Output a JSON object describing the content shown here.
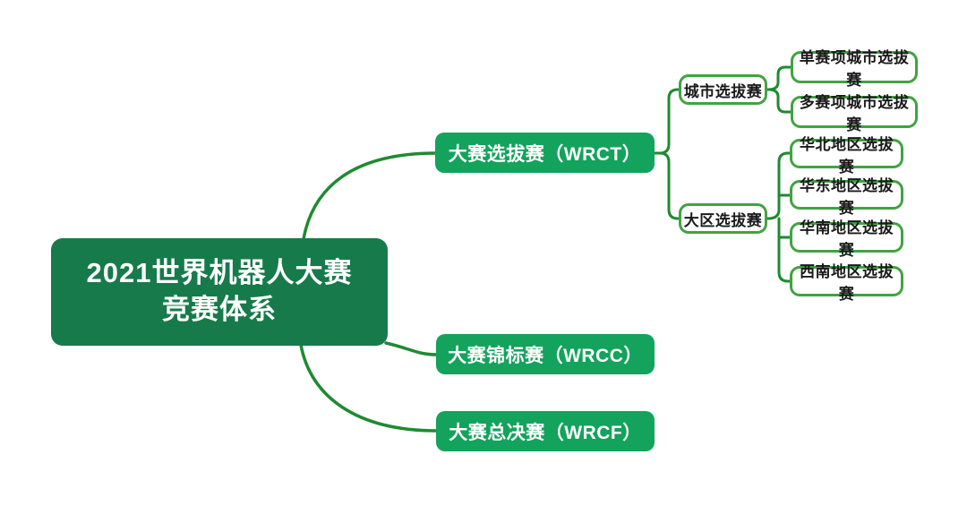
{
  "title": "2021世界机器人大赛竞赛体系",
  "colors": {
    "root_fill": "#177a4b",
    "branch_fill": "#13a35c",
    "outline_border": "#41a341",
    "connector_line": "#1f8a31",
    "root_text": "#ffffff",
    "outline_text": "#1a1a1a",
    "background": "#ffffff"
  },
  "mindmap": {
    "root": {
      "line1": "2021世界机器人大赛",
      "line2": "竞赛体系"
    },
    "branches": [
      {
        "label": "大赛选拔赛（WRCT）",
        "groups": [
          {
            "label": "城市选拔赛",
            "children": [
              "单赛项城市选拔赛",
              "多赛项城市选拔赛"
            ]
          },
          {
            "label": "大区选拔赛",
            "children": [
              "华北地区选拔赛",
              "华东地区选拔赛",
              "华南地区选拔赛",
              "西南地区选拔赛"
            ]
          }
        ]
      },
      {
        "label": "大赛锦标赛（WRCC）"
      },
      {
        "label": "大赛总决赛（WRCF）"
      }
    ]
  }
}
